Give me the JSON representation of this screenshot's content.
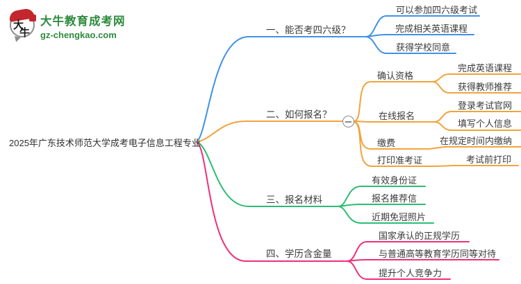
{
  "logo": {
    "bubble_chars": [
      "大",
      "牛"
    ],
    "site_name": "大牛教育成考网",
    "site_domain": "gz-chengkao.com"
  },
  "colors": {
    "logo_green": "#2e8b3d",
    "text": "#3a3a3a",
    "collapse_button_gray": "#8a8a8a"
  },
  "mindmap": {
    "root": {
      "label": "2025年广东技术师范大学成考电子信息工程专业"
    },
    "branches": [
      {
        "label": "一、能否考四六级？",
        "color": "#4190e6",
        "children": [
          {
            "label": "可以参加四六级考试"
          },
          {
            "label": "完成相关英语课程"
          },
          {
            "label": "获得学校同意"
          }
        ]
      },
      {
        "label": "二、如何报名？",
        "color": "#f1a33c",
        "collapsed_toggle": "−",
        "children": [
          {
            "label": "确认资格",
            "children": [
              {
                "label": "完成英语课程"
              },
              {
                "label": "获得教师推荐"
              }
            ]
          },
          {
            "label": "在线报名",
            "children": [
              {
                "label": "登录考试官网"
              },
              {
                "label": "填写个人信息"
              }
            ]
          },
          {
            "label": "缴费",
            "children": [
              {
                "label": "在规定时间内缴纳"
              }
            ]
          },
          {
            "label": "打印准考证",
            "children": [
              {
                "label": "考试前打印"
              }
            ]
          }
        ]
      },
      {
        "label": "三、报名材料",
        "color": "#2bbd72",
        "children": [
          {
            "label": "有效身份证"
          },
          {
            "label": "报名推荐信"
          },
          {
            "label": "近期免冠照片"
          }
        ]
      },
      {
        "label": "四、学历含金量",
        "color": "#ef2e7a",
        "children": [
          {
            "label": "国家承认的正规学历"
          },
          {
            "label": "与普通高等教育学历同等对待"
          },
          {
            "label": "提升个人竞争力"
          }
        ]
      }
    ]
  }
}
